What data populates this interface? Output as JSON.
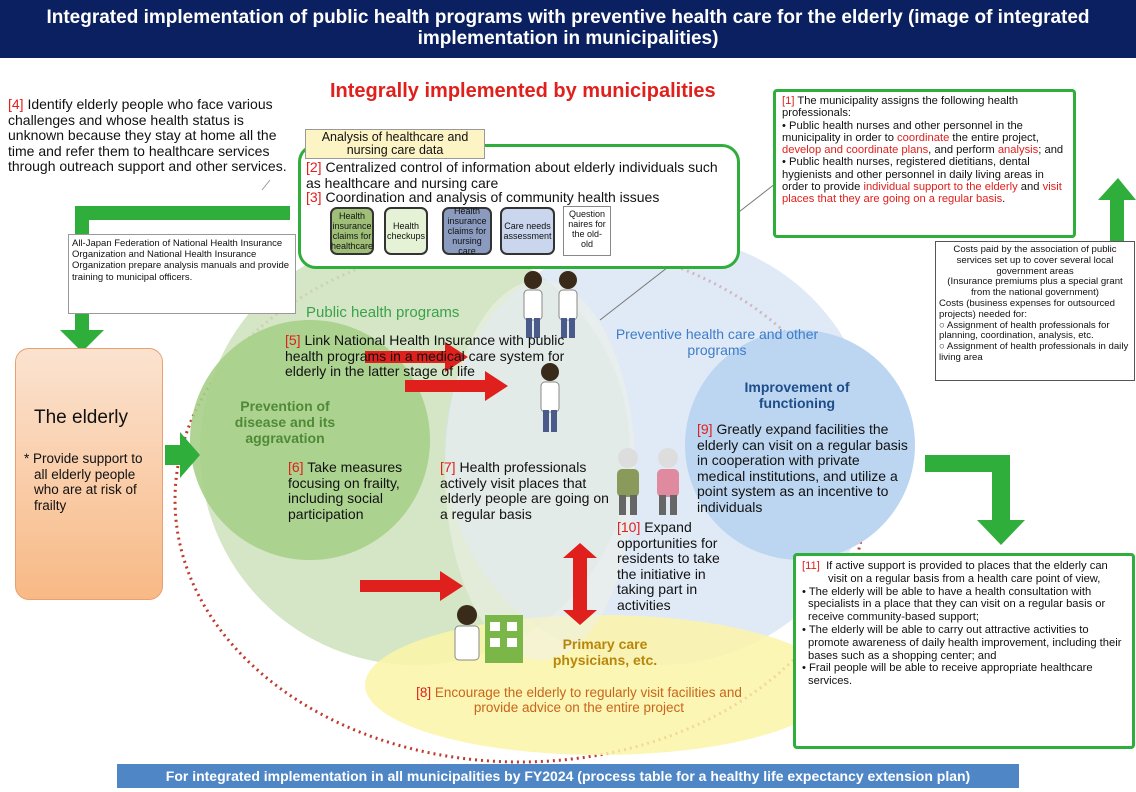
{
  "title": "Integrated implementation of public health programs with preventive health care for the elderly (image of integrated implementation in municipalities)",
  "main_heading": "Integrally implemented by municipalities",
  "item4": {
    "num": "[4]",
    "text": "Identify elderly people who face various challenges and whose health status is unknown because they stay at home all the time and refer them to healthcare services through outreach support and other services."
  },
  "analysis_label": "Analysis of healthcare and nursing care data",
  "item2": {
    "num": "[2]",
    "text": "Centralized control of information about elderly individuals such as healthcare and nursing care"
  },
  "item3": {
    "num": "[3]",
    "text": "Coordination and analysis of community health issues"
  },
  "databases": [
    "Health insurance claims for healthcare",
    "Health checkups",
    "Health insurance claims for nursing care",
    "Care needs assessment",
    "Question naires for the old-old"
  ],
  "federation_note": "All-Japan Federation of National Health Insurance Organization and National Health Insurance Organization prepare analysis manuals and provide training to municipal officers.",
  "item1": {
    "num": "[1]",
    "intro": "The municipality assigns the following health professionals:",
    "b1_a": "Public health nurses and other personnel in the municipality in order to ",
    "b1_red1": "coordinate",
    "b1_b": " the entire project, ",
    "b1_red2": "develop and coordinate plans",
    "b1_c": ", and perform ",
    "b1_red3": "analysis",
    "b1_d": "; and",
    "b2_a": "Public health nurses, registered dietitians, dental hygienists and other personnel in daily living areas in order to provide ",
    "b2_red1": "individual support to the elderly",
    "b2_b": " and ",
    "b2_red2": "visit places that they are going on a regular basis",
    "b2_c": "."
  },
  "costs": {
    "p1": "Costs paid by the association of public services set up to cover several local government areas",
    "p2": "(Insurance premiums plus a special grant from the national government)",
    "p3": "Costs (business expenses for outsourced projects) needed for:",
    "o1": "○ Assignment of health professionals for planning, coordination, analysis, etc.",
    "o2": "○ Assignment of health professionals in daily living area"
  },
  "elderly": {
    "title": "The elderly",
    "note": "* Provide support to all elderly people who are at risk of frailty"
  },
  "public_health_label": "Public health programs",
  "preventive_label": "Preventive health care and other programs",
  "prevention_label": "Prevention of disease and its aggravation",
  "improvement_label": "Improvement of functioning",
  "primary_label": "Primary care physicians, etc.",
  "item5": {
    "num": "[5]",
    "text": "Link National Health Insurance with public health programs in a medical care system for elderly in the latter stage of life"
  },
  "item6": {
    "num": "[6]",
    "text": "Take measures focusing on frailty, including social participation"
  },
  "item7": {
    "num": "[7]",
    "text": "Health professionals actively visit places that elderly people are going on a regular basis"
  },
  "item8": {
    "num": "[8]",
    "text": "Encourage the elderly to regularly visit facilities and provide advice on the entire project"
  },
  "item9": {
    "num": "[9]",
    "text": "Greatly expand facilities the elderly can visit on a regular basis in cooperation with private medical institutions, and utilize a point system as an incentive to individuals"
  },
  "item10": {
    "num": "[10]",
    "text": "Expand opportunities for residents to take the initiative in taking part in activities"
  },
  "item11": {
    "num": "[11]",
    "intro": "If active support is provided to places that the elderly can visit on a regular basis from a health care point of view,",
    "bullets": [
      "The elderly will be able to have a health consultation with specialists in a place that they can visit on a regular basis or receive community-based support;",
      "The elderly will be able to carry out attractive activities to promote awareness of daily health improvement, including their bases such as a shopping center; and",
      "Frail people will be able to receive appropriate healthcare services."
    ]
  },
  "footer": "For integrated implementation in all municipalities by FY2024 (process table for a healthy life expectancy extension plan)",
  "colors": {
    "navy": "#0b2060",
    "green": "#2fae3c",
    "red": "#e0201c",
    "blue": "#4f86c6"
  }
}
